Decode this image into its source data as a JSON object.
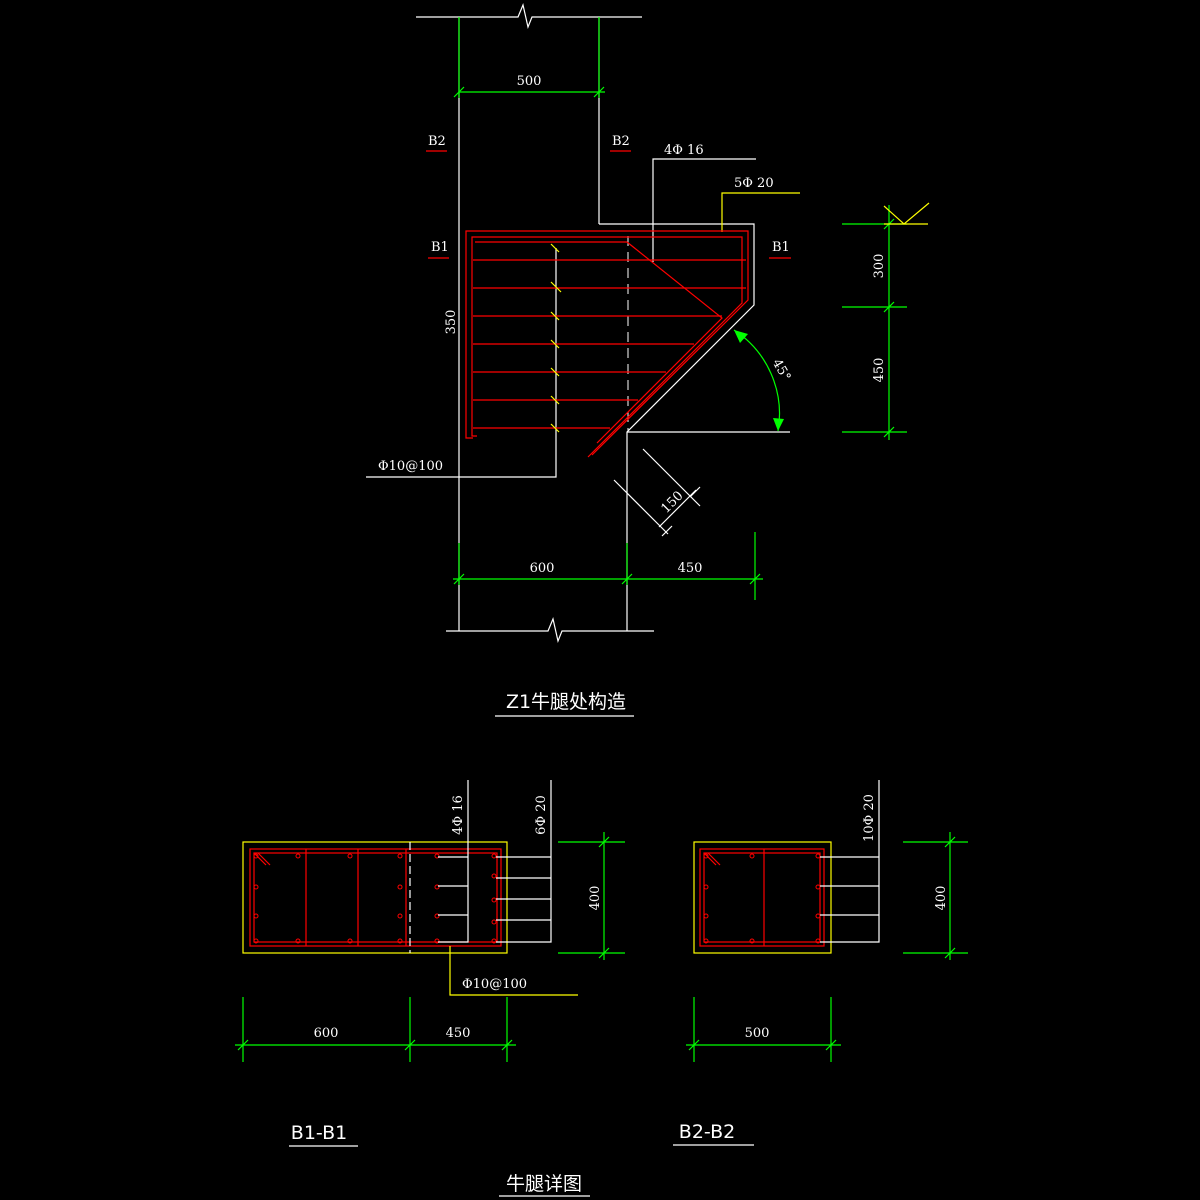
{
  "colors": {
    "background": "#000000",
    "outline": "#ffffff",
    "dimension": "#00ff00",
    "rebar": "#ff0000",
    "leader": "#ffff00",
    "text": "#ffffff"
  },
  "elevation": {
    "title": "Z1牛腿处构造",
    "dims": {
      "column_top_width": "500",
      "corbel_upper_height": "300",
      "corbel_lower_height": "450",
      "anchor_length": "350",
      "corbel_edge": "150",
      "column_bottom_width": "600",
      "corbel_projection": "450"
    },
    "angle_label": "45°",
    "section_marks": {
      "b2_left": "B2",
      "b2_right": "B2",
      "b1_left": "B1",
      "b1_right": "B1"
    },
    "rebar_labels": {
      "top_bars": "4Φ 16",
      "sloped_bars": "5Φ 20",
      "stirrups": "Φ10@100"
    }
  },
  "section_b1": {
    "title": "B1-B1",
    "dims": {
      "column_width": "600",
      "corbel_width": "450",
      "height": "400"
    },
    "rebar_labels": {
      "bars_a": "4Φ 16",
      "bars_b": "6Φ 20",
      "stirrups": "Φ10@100"
    }
  },
  "section_b2": {
    "title": "B2-B2",
    "dims": {
      "width": "500",
      "height": "400"
    },
    "rebar_labels": {
      "bars": "10Φ 20"
    }
  },
  "sheet_title": "牛腿详图"
}
